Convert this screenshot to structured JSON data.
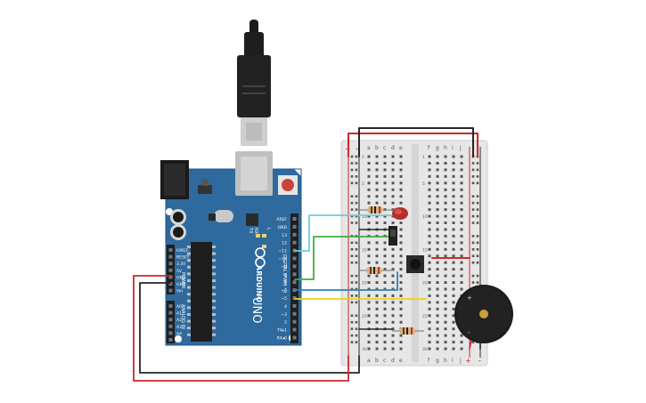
{
  "arduino": {
    "brand": "ARDUINO",
    "model": "UNO",
    "tx_label": "TX",
    "rx_label": "RX",
    "l_label": "L",
    "digital_label": "DIGITAL (PWM ~)",
    "power_label": "POWER",
    "analog_label": "ANALOG IN",
    "digital_pins": [
      "AREF",
      "GND",
      "13",
      "12",
      "~11",
      "~10",
      "~9",
      "8",
      "7",
      "~6",
      "~5",
      "4",
      "~3",
      "2",
      "TX▸1",
      "RX◂0"
    ],
    "power_pins": [
      "IOREF",
      "RESET",
      "3.3V",
      "5V",
      "GND",
      "GND",
      "Vin"
    ],
    "analog_pins": [
      "A0",
      "A1",
      "A2",
      "A3",
      "A4",
      "A5"
    ]
  },
  "breadboard": {
    "columns_left": [
      "a",
      "b",
      "c",
      "d",
      "e"
    ],
    "columns_right": [
      "f",
      "g",
      "h",
      "i",
      "j"
    ],
    "rows": [
      "1",
      "5",
      "10",
      "15",
      "20",
      "25",
      "30"
    ],
    "plus_label": "+",
    "minus_label": "-"
  },
  "buzzer": {
    "plus_label": "+",
    "minus_label": "-"
  },
  "colors": {
    "board": "#2e6a9e",
    "breadboard": "#e6e6e6",
    "wire_red": "#d0262c",
    "wire_black": "#262626",
    "wire_cyan": "#6ecbd8",
    "wire_green": "#3fae3f",
    "wire_blue": "#2f7fc0",
    "wire_yellow": "#ecd21c",
    "led": "#b5302a"
  }
}
